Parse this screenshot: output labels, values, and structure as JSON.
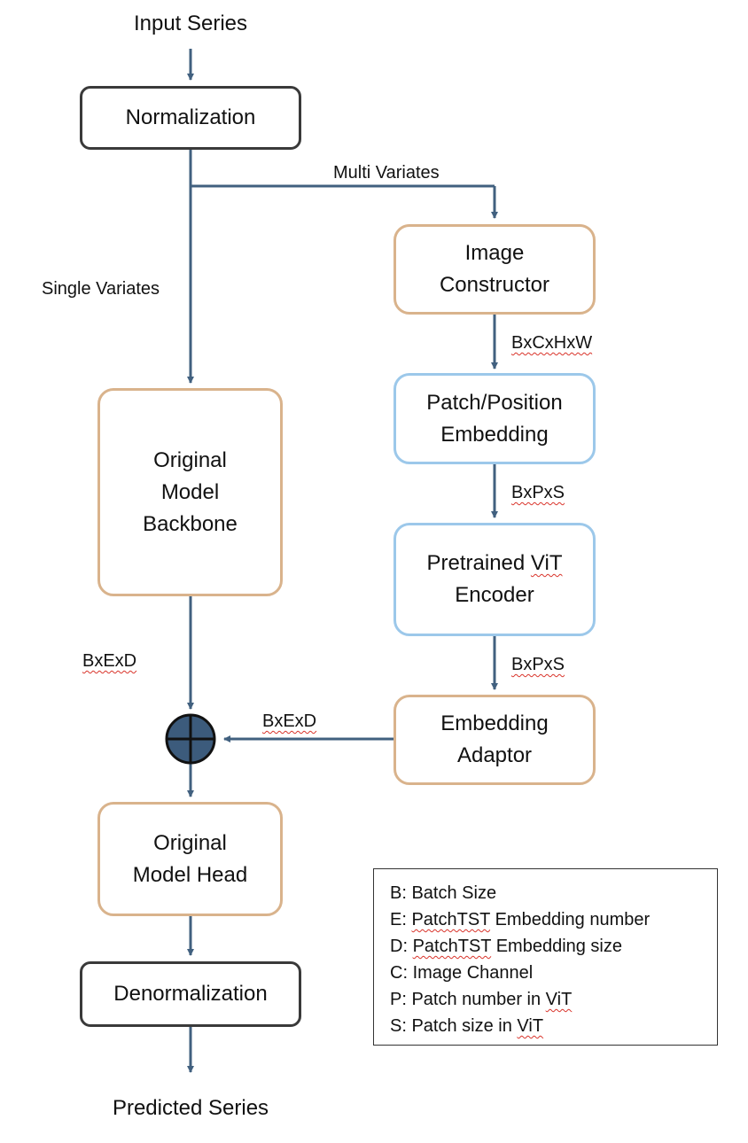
{
  "diagram": {
    "input_label": "Input Series",
    "output_label": "Predicted Series",
    "boxes": {
      "normalization": "Normalization",
      "image_constructor": [
        "Image",
        "Constructor"
      ],
      "patch_embedding": [
        "Patch/Position",
        "Embedding"
      ],
      "vit_encoder": [
        "Pretrained ViT",
        "Encoder"
      ],
      "embedding_adaptor": [
        "Embedding",
        "Adaptor"
      ],
      "backbone": [
        "Original",
        "Model",
        "Backbone"
      ],
      "head": [
        "Original",
        "Model Head"
      ],
      "denormalization": "Denormalization"
    },
    "edge_labels": {
      "multi": "Multi Variates",
      "single": "Single Variates",
      "shape_image": "BxCxHxW",
      "shape_patch": "BxPxS",
      "shape_vit": "BxPxS",
      "shape_backbone": "BxExD",
      "shape_adaptor": "BxExD"
    },
    "legend": [
      {
        "key": "B",
        "sep": ": ",
        "text": "Batch Size"
      },
      {
        "key": "E",
        "sep": ": ",
        "text": "PatchTST Embedding number"
      },
      {
        "key": "D",
        "sep": ": ",
        "text": "PatchTST Embedding size"
      },
      {
        "key": "C",
        "sep": ": ",
        "text": "Image Channel"
      },
      {
        "key": "P",
        "sep": ": ",
        "text": "Patch number in ViT"
      },
      {
        "key": "S",
        "sep": ": ",
        "text": "Patch size in ViT"
      }
    ],
    "colors": {
      "arrow": "#41607f",
      "dark_border": "#3a3a3a",
      "tan_border": "#d9b38c",
      "blue_border": "#9cc8ea",
      "adder_fill": "#3c5b7c"
    }
  }
}
